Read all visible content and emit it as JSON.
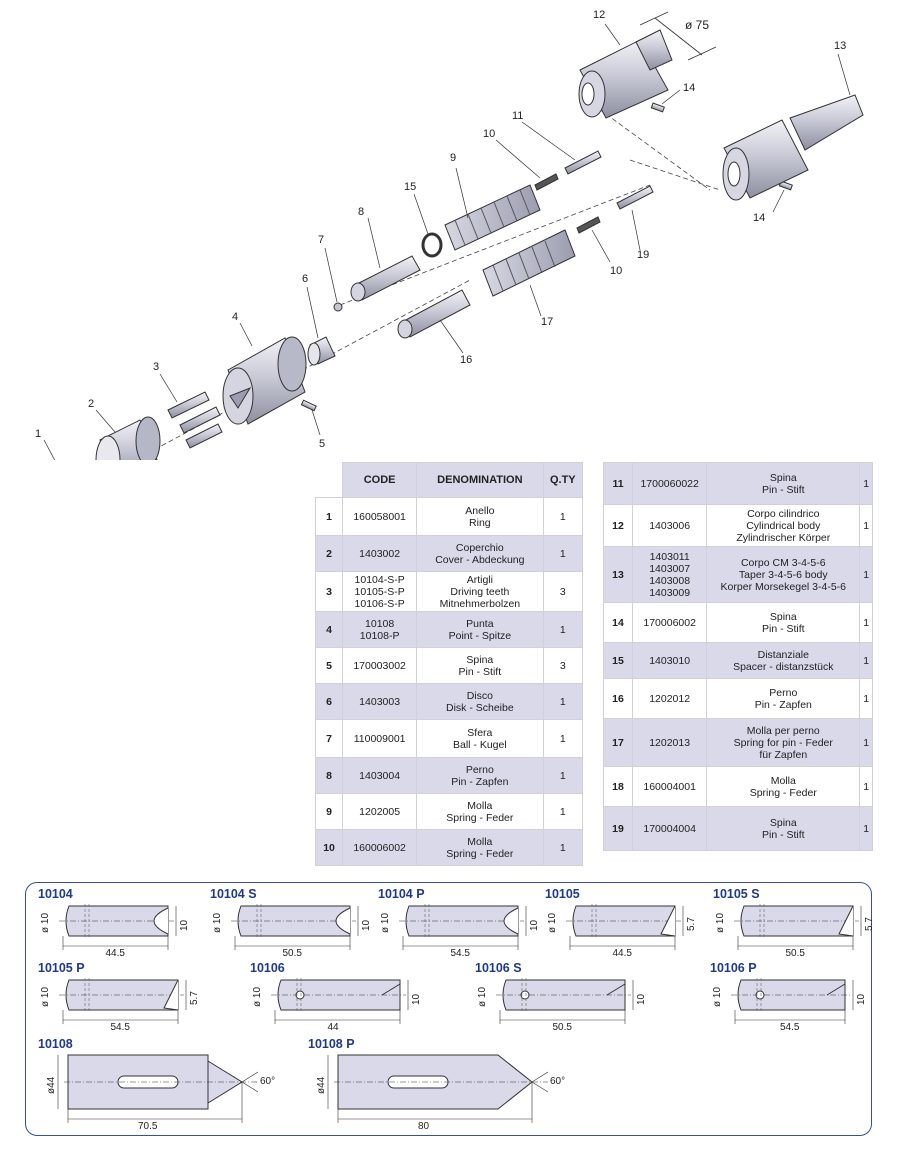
{
  "callouts": [
    "1",
    "2",
    "3",
    "4",
    "5",
    "6",
    "7",
    "8",
    "9",
    "10",
    "10",
    "11",
    "12",
    "13",
    "14",
    "14",
    "15",
    "16",
    "17",
    "19"
  ],
  "dim_75": "ø 75",
  "table_headers": {
    "code": "CODE",
    "denomination": "DENOMINATION",
    "qty": "Q.TY"
  },
  "left_rows": [
    {
      "no": "1",
      "code": "160058001",
      "den": "Anello\nRing",
      "qty": "1"
    },
    {
      "no": "2",
      "code": "1403002",
      "den": "Coperchio\nCover - Abdeckung",
      "qty": "1"
    },
    {
      "no": "3",
      "code": "10104-S-P\n10105-S-P\n10106-S-P",
      "den": "Artigli\nDriving teeth\nMitnehmerbolzen",
      "qty": "3"
    },
    {
      "no": "4",
      "code": "10108\n10108-P",
      "den": "Punta\nPoint - Spitze",
      "qty": "1"
    },
    {
      "no": "5",
      "code": "170003002",
      "den": "Spina\nPin - Stift",
      "qty": "3"
    },
    {
      "no": "6",
      "code": "1403003",
      "den": "Disco\nDisk - Scheibe",
      "qty": "1"
    },
    {
      "no": "7",
      "code": "110009001",
      "den": "Sfera\nBall - Kugel",
      "qty": "1"
    },
    {
      "no": "8",
      "code": "1403004",
      "den": "Perno\nPin - Zapfen",
      "qty": "1"
    },
    {
      "no": "9",
      "code": "1202005",
      "den": "Molla\nSpring - Feder",
      "qty": "1"
    },
    {
      "no": "10",
      "code": "160006002",
      "den": "Molla\nSpring - Feder",
      "qty": "1"
    }
  ],
  "right_rows": [
    {
      "no": "11",
      "code": "1700060022",
      "den": "Spina\nPin - Stift",
      "qty": "1"
    },
    {
      "no": "12",
      "code": "1403006",
      "den": "Corpo cilindrico\nCylindrical body\nZylindrischer Körper",
      "qty": "1"
    },
    {
      "no": "13",
      "code": "1403011\n1403007\n1403008\n1403009",
      "den": "Corpo CM 3-4-5-6\nTaper 3-4-5-6 body\nKorper Morsekegel 3-4-5-6",
      "qty": "1"
    },
    {
      "no": "14",
      "code": "170006002",
      "den": "Spina\nPin - Stift",
      "qty": "1"
    },
    {
      "no": "15",
      "code": "1403010",
      "den": "Distanziale\nSpacer - distanzstück",
      "qty": "1"
    },
    {
      "no": "16",
      "code": "1202012",
      "den": "Perno\nPin - Zapfen",
      "qty": "1"
    },
    {
      "no": "17",
      "code": "1202013",
      "den": "Molla per perno\nSpring for pin - Feder\nfür Zapfen",
      "qty": "1"
    },
    {
      "no": "18",
      "code": "160004001",
      "den": "Molla\nSpring - Feder",
      "qty": "1"
    },
    {
      "no": "19",
      "code": "170004004",
      "den": "Spina\nPin - Stift",
      "qty": "1"
    }
  ],
  "pins": [
    {
      "code": "10104",
      "dia": "ø 10",
      "len": "44.5",
      "h": "10"
    },
    {
      "code": "10104 S",
      "dia": "ø 10",
      "len": "50.5",
      "h": "10"
    },
    {
      "code": "10104 P",
      "dia": "ø 10",
      "len": "54.5",
      "h": "10"
    },
    {
      "code": "10105",
      "dia": "ø 10",
      "len": "44.5",
      "h": "5.7"
    },
    {
      "code": "10105 S",
      "dia": "ø 10",
      "len": "50.5",
      "h": "5.7"
    },
    {
      "code": "10105 P",
      "dia": "ø 10",
      "len": "54.5",
      "h": "5.7"
    },
    {
      "code": "10106",
      "dia": "ø 10",
      "len": "44",
      "h": "10"
    },
    {
      "code": "10106 S",
      "dia": "ø 10",
      "len": "50.5",
      "h": "10"
    },
    {
      "code": "10106 P",
      "dia": "ø 10",
      "len": "54.5",
      "h": "10"
    }
  ],
  "points": [
    {
      "code": "10108",
      "dia": "ø44",
      "len": "70.5",
      "angle": "60°"
    },
    {
      "code": "10108 P",
      "dia": "ø44",
      "len": "80",
      "angle": "60°"
    }
  ]
}
